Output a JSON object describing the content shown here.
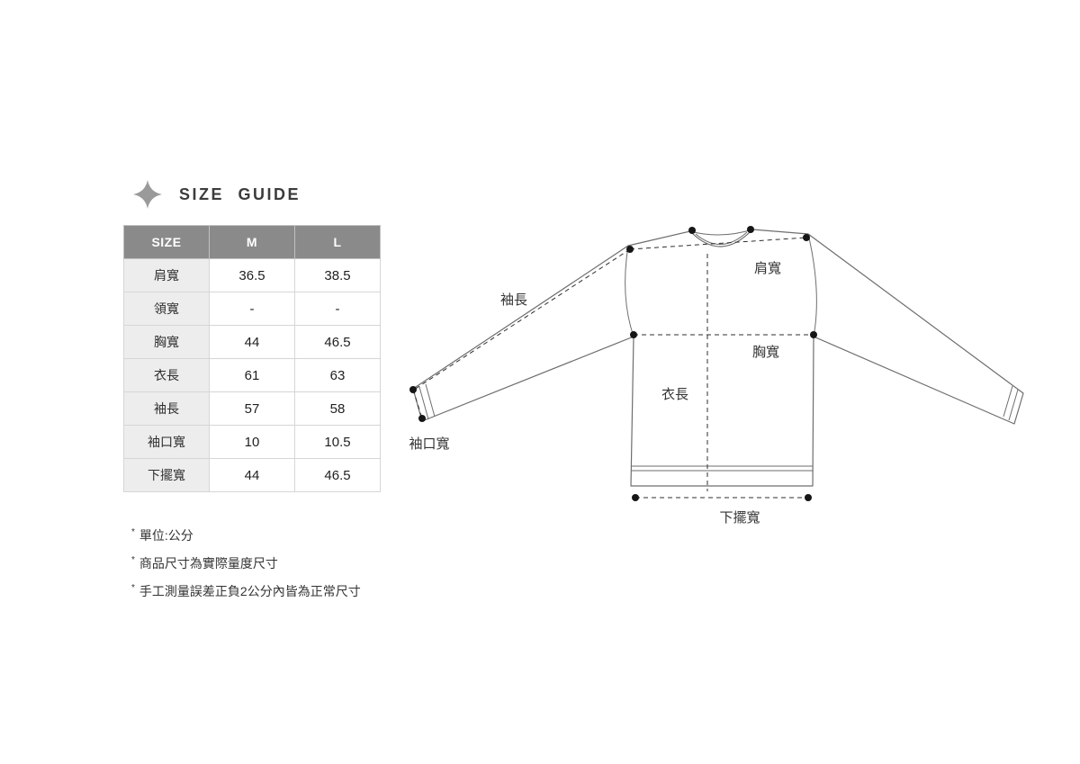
{
  "brand": {
    "logo_icon": "four-point-sparkle-icon",
    "title": "SIZE GUIDE"
  },
  "size_table": {
    "columns": [
      "SIZE",
      "M",
      "L"
    ],
    "rows": [
      {
        "label": "肩寬",
        "m": "36.5",
        "l": "38.5"
      },
      {
        "label": "領寬",
        "m": "-",
        "l": "-"
      },
      {
        "label": "胸寬",
        "m": "44",
        "l": "46.5"
      },
      {
        "label": "衣長",
        "m": "61",
        "l": "63"
      },
      {
        "label": "袖長",
        "m": "57",
        "l": "58"
      },
      {
        "label": "袖口寬",
        "m": "10",
        "l": "10.5"
      },
      {
        "label": "下擺寬",
        "m": "44",
        "l": "46.5"
      }
    ]
  },
  "notes": {
    "marker": "*",
    "items": [
      "單位:公分",
      "商品尺寸為實際量度尺寸",
      "手工測量誤差正負2公分內皆為正常尺寸"
    ]
  },
  "diagram": {
    "labels": {
      "shoulder_width": "肩寬",
      "sleeve_length": "袖長",
      "chest_width": "胸寬",
      "body_length": "衣長",
      "cuff_width": "袖口寬",
      "hem_width": "下擺寬"
    }
  },
  "colors": {
    "table_header_bg": "#8a8a8a",
    "table_label_bg": "#ededed",
    "table_border": "#d6d6d6",
    "shirt_outline": "#6e6e6e",
    "measure_line": "#2f2f2f",
    "dot": "#161616",
    "logo": "#9a9a9a",
    "text": "#333333"
  }
}
